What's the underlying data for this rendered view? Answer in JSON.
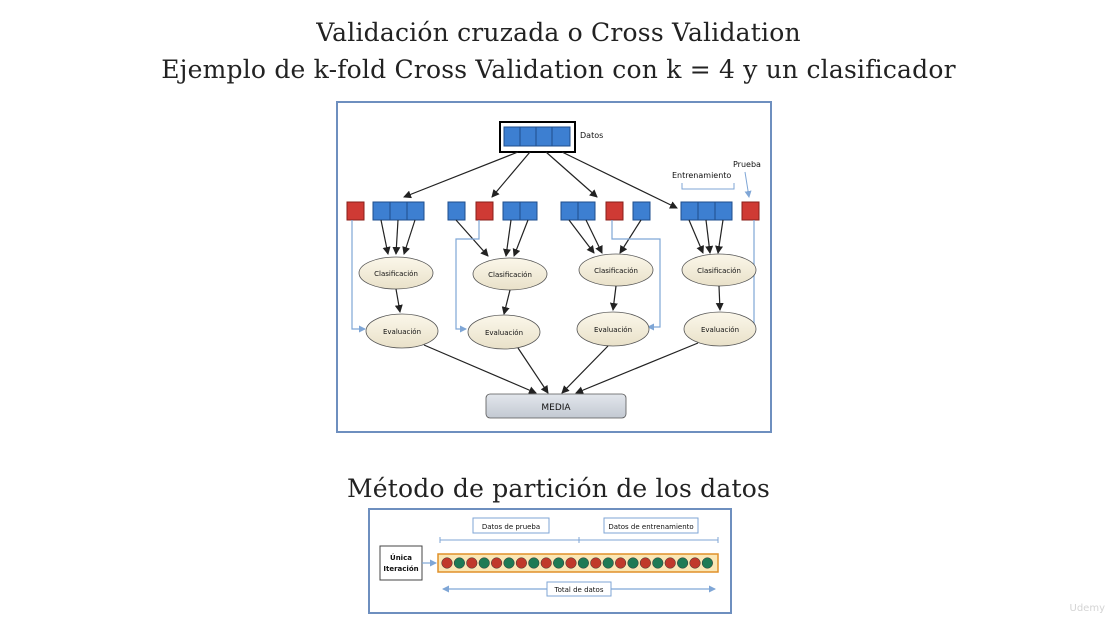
{
  "slide": {
    "title": "Validación cruzada o Cross Validation",
    "subtitle": "Ejemplo de k-fold Cross Validation con k = 4 y un clasificador",
    "section_title": "Método de partición de los datos"
  },
  "cv_diagram": {
    "data_label": "Datos",
    "training_label": "Entrenamiento",
    "test_label": "Prueba",
    "classification_label": "Clasificación",
    "evaluation_label": "Evaluación",
    "mean_label": "MEDIA",
    "colors": {
      "train": "#3d7fd1",
      "test": "#cf3a34"
    }
  },
  "partition_diagram": {
    "test_data_label": "Datos de prueba",
    "train_data_label": "Datos de entrenamiento",
    "iteration_label_line1": "Única",
    "iteration_label_line2": "Iteración",
    "total_label": "Total de datos",
    "ball_colors": [
      "#c0392b",
      "#1e7a55"
    ]
  },
  "watermark": "Udemy"
}
